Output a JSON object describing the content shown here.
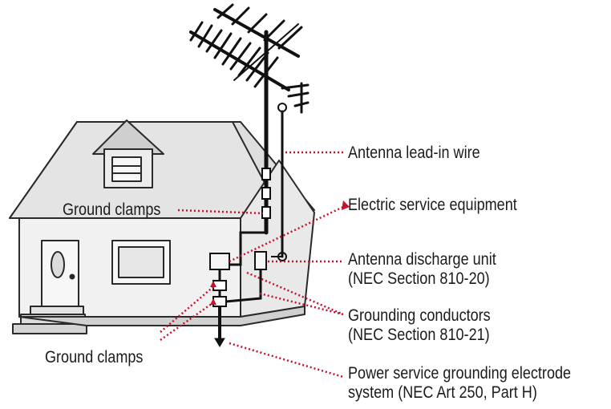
{
  "labels": {
    "antenna_lead_in": "Antenna lead-in wire",
    "electric_service": "Electric service equipment",
    "ground_clamps_upper": "Ground clamps",
    "discharge_unit_line1": "Antenna discharge unit",
    "discharge_unit_line2": "(NEC Section 810-20)",
    "grounding_conductors_line1": "Grounding conductors",
    "grounding_conductors_line2": "(NEC Section 810-21)",
    "ground_clamps_lower": "Ground clamps",
    "electrode_line1": "Power service grounding electrode",
    "electrode_line2": "system (NEC Art 250, Part H)"
  },
  "colors": {
    "leader": "#c8102e",
    "outline": "#111111",
    "roof": "#d9d9d9",
    "wall": "#efefef",
    "wall_shade": "#dcdcdc"
  }
}
